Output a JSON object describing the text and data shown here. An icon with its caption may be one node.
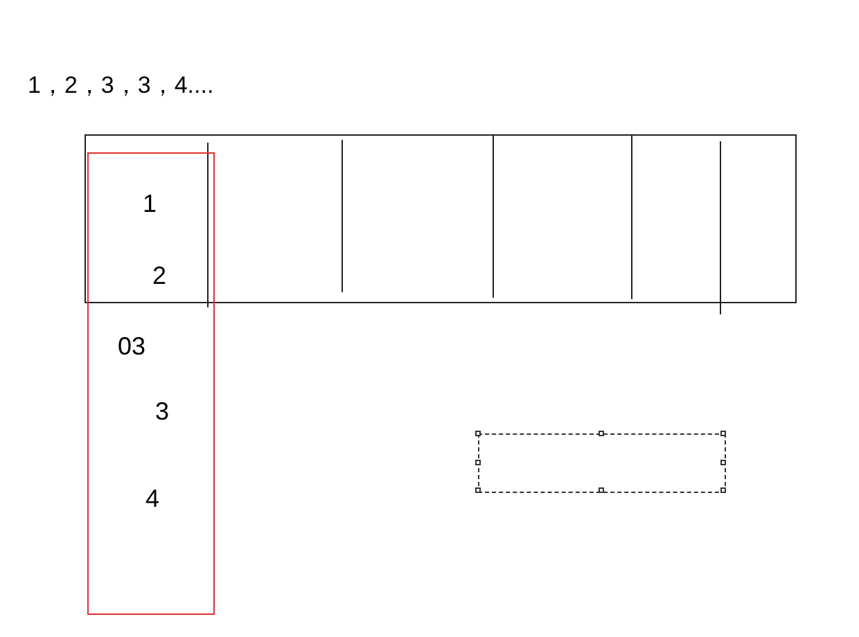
{
  "diagram": {
    "title": "1，2，3，3，4....",
    "nodes": [
      {
        "text": [],
        "shape": "box"
      },
      {
        "text": [
          "1",
          "2",
          "03",
          "3",
          "4"
        ]
      },
      {
        "text": [],
        "shape": "box"
      }
    ],
    "edges": []
  }
}
